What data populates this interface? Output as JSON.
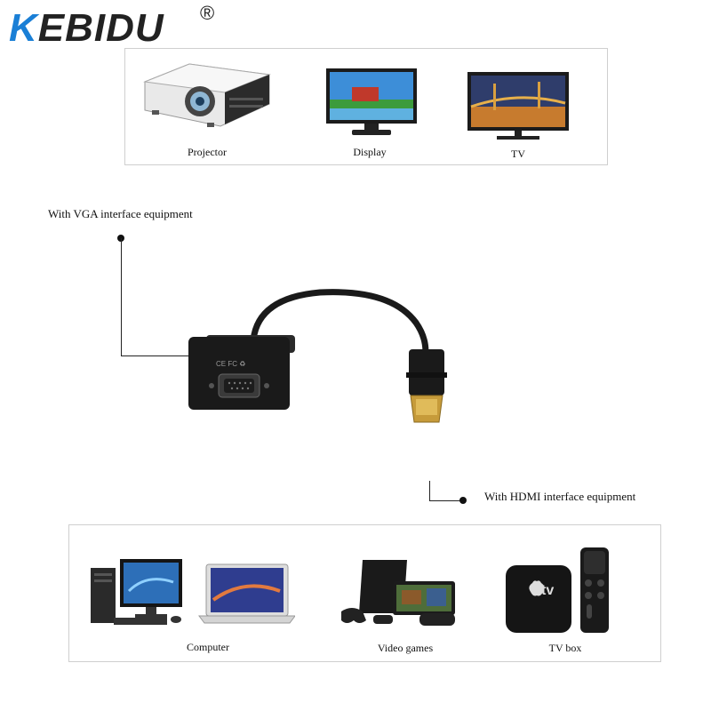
{
  "brand": {
    "name_first": "K",
    "name_rest": "EBIDU",
    "registered": "®",
    "accent": "#1a7fd6"
  },
  "top_panel": {
    "items": [
      {
        "caption": "Projector",
        "icon": "projector-icon"
      },
      {
        "caption": "Display",
        "icon": "monitor-icon"
      },
      {
        "caption": "TV",
        "icon": "tv-icon"
      }
    ]
  },
  "vga_label": "With VGA interface equipment",
  "hdmi_label": "With HDMI interface equipment",
  "adapter": {
    "marking": "CE FC ♻"
  },
  "bottom_panel": {
    "items": [
      {
        "caption": "Computer",
        "icon": "computer-icon"
      },
      {
        "caption": "Video games",
        "icon": "game-console-icon"
      },
      {
        "caption": "TV box",
        "icon": "tv-box-icon"
      }
    ]
  },
  "tv_box_logo": "tv"
}
